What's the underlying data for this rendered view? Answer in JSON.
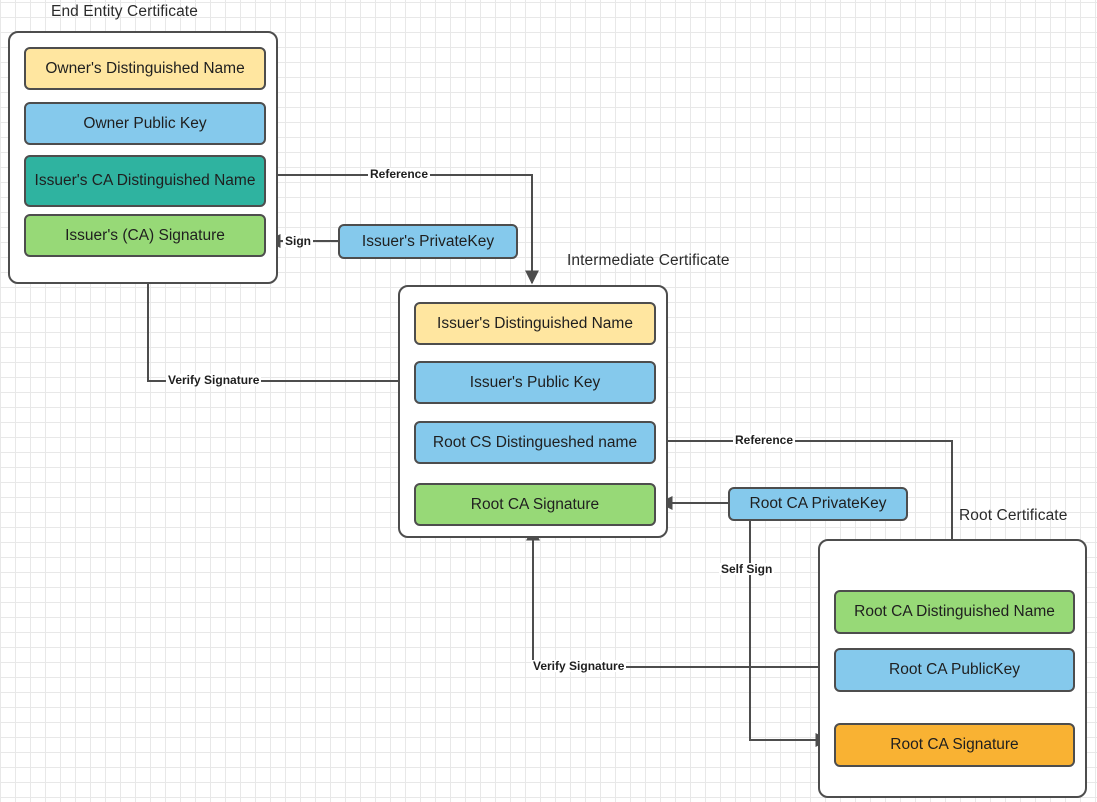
{
  "diagram": {
    "title_labels": [
      {
        "id": "end-entity-certificate-title",
        "text": "End Entity Certificate"
      },
      {
        "id": "intermediate-certificate-title",
        "text": "Intermediate Certificate"
      },
      {
        "id": "root-certificate-title",
        "text": "Root Certificate"
      }
    ],
    "end_entity_certificate": {
      "label": "End Entity Certificate",
      "fields": [
        {
          "label": "Owner's Distinguished Name",
          "color": "#ffe6a0"
        },
        {
          "label": "Owner Public  Key",
          "color": "#85c9ec"
        },
        {
          "label": "Issuer's CA Distinguished Name",
          "color": "#2fb3a0"
        },
        {
          "label": "Issuer's (CA) Signature",
          "color": "#97d977"
        }
      ]
    },
    "intermediate_certificate": {
      "label": "Intermediate Certificate",
      "fields": [
        {
          "label": "Issuer's Distinguished Name",
          "color": "#ffe6a0"
        },
        {
          "label": "Issuer's Public  Key",
          "color": "#85c9ec"
        },
        {
          "label": "Root CS Distingueshed name",
          "color": "#85c9ec"
        },
        {
          "label": "Root CA Signature",
          "color": "#97d977"
        }
      ]
    },
    "root_certificate": {
      "label": "Root Certificate",
      "fields": [
        {
          "label": "Root CA Distinguished Name",
          "color": "#97d977"
        },
        {
          "label": "Root CA PublicKey",
          "color": "#85c9ec"
        },
        {
          "label": "Root CA Signature",
          "color": "#f9b233"
        }
      ]
    },
    "keys": [
      {
        "id": "issuer-private-key",
        "label": "Issuer's PrivateKey",
        "color": "#85c9ec"
      },
      {
        "id": "root-ca-private-key",
        "label": "Root CA PrivateKey",
        "color": "#85c9ec"
      }
    ],
    "edge_labels": [
      {
        "id": "reference-top",
        "text": "Reference"
      },
      {
        "id": "sign",
        "text": "Sign"
      },
      {
        "id": "verify-signature-top",
        "text": "Verify Signature"
      },
      {
        "id": "reference-bottom",
        "text": "Reference"
      },
      {
        "id": "self-sign",
        "text": "Self Sign"
      },
      {
        "id": "verify-signature-bottom",
        "text": "Verify Signature"
      }
    ],
    "colors": {
      "stroke": "#4d4d4d",
      "yellow": "#ffe6a0",
      "blue": "#85c9ec",
      "teal": "#2fb3a0",
      "green": "#97d977",
      "orange": "#f9b233",
      "grid_minor": "#e8e8e8",
      "grid_major": "#d0d0d0",
      "background": "#ffffff"
    }
  }
}
